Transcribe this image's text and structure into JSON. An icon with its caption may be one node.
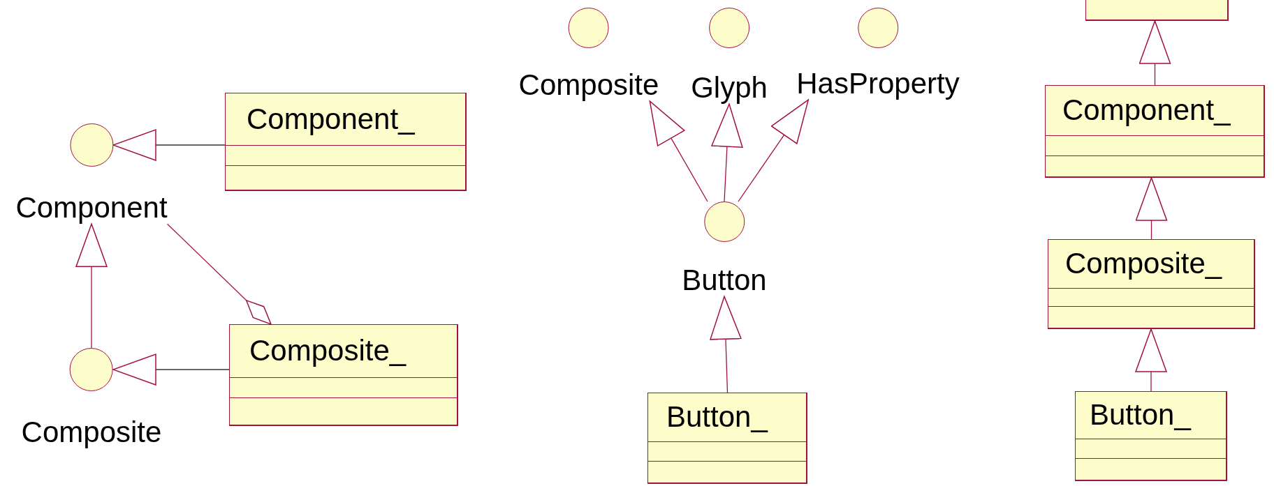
{
  "diagram": {
    "nodes": [
      {
        "text": [
          "Component"
        ]
      },
      {
        "text": [
          "Component_"
        ]
      },
      {
        "text": [
          "Composite"
        ]
      },
      {
        "text": [
          "Composite_"
        ]
      },
      {
        "text": [
          "Composite"
        ]
      },
      {
        "text": [
          "Glyph"
        ]
      },
      {
        "text": [
          "HasProperty"
        ]
      },
      {
        "text": [
          "Button"
        ]
      },
      {
        "text": [
          "Button_"
        ]
      },
      {
        "text": [],
        "shape": "box"
      },
      {
        "text": [
          "Component_"
        ]
      },
      {
        "text": [
          "Composite_"
        ]
      },
      {
        "text": [
          "Button_"
        ]
      }
    ],
    "edges": [
      {
        "from": 1,
        "to": 0,
        "arrow": "to",
        "color": "#333333"
      },
      {
        "from": 2,
        "to": 0,
        "arrow": "to"
      },
      {
        "from": 0,
        "to": 3,
        "arrow": "other"
      },
      {
        "from": 3,
        "to": 2,
        "arrow": "to",
        "color": "#333333"
      },
      {
        "from": 7,
        "to": 4,
        "arrow": "to"
      },
      {
        "from": 7,
        "to": 5,
        "arrow": "to"
      },
      {
        "from": 7,
        "to": 6,
        "arrow": "to"
      },
      {
        "from": 8,
        "to": 7,
        "arrow": "to"
      },
      {
        "from": 10,
        "to": 9,
        "arrow": "to"
      },
      {
        "from": 11,
        "to": 10,
        "arrow": "to"
      },
      {
        "from": 12,
        "to": 11,
        "arrow": "to"
      }
    ]
  }
}
